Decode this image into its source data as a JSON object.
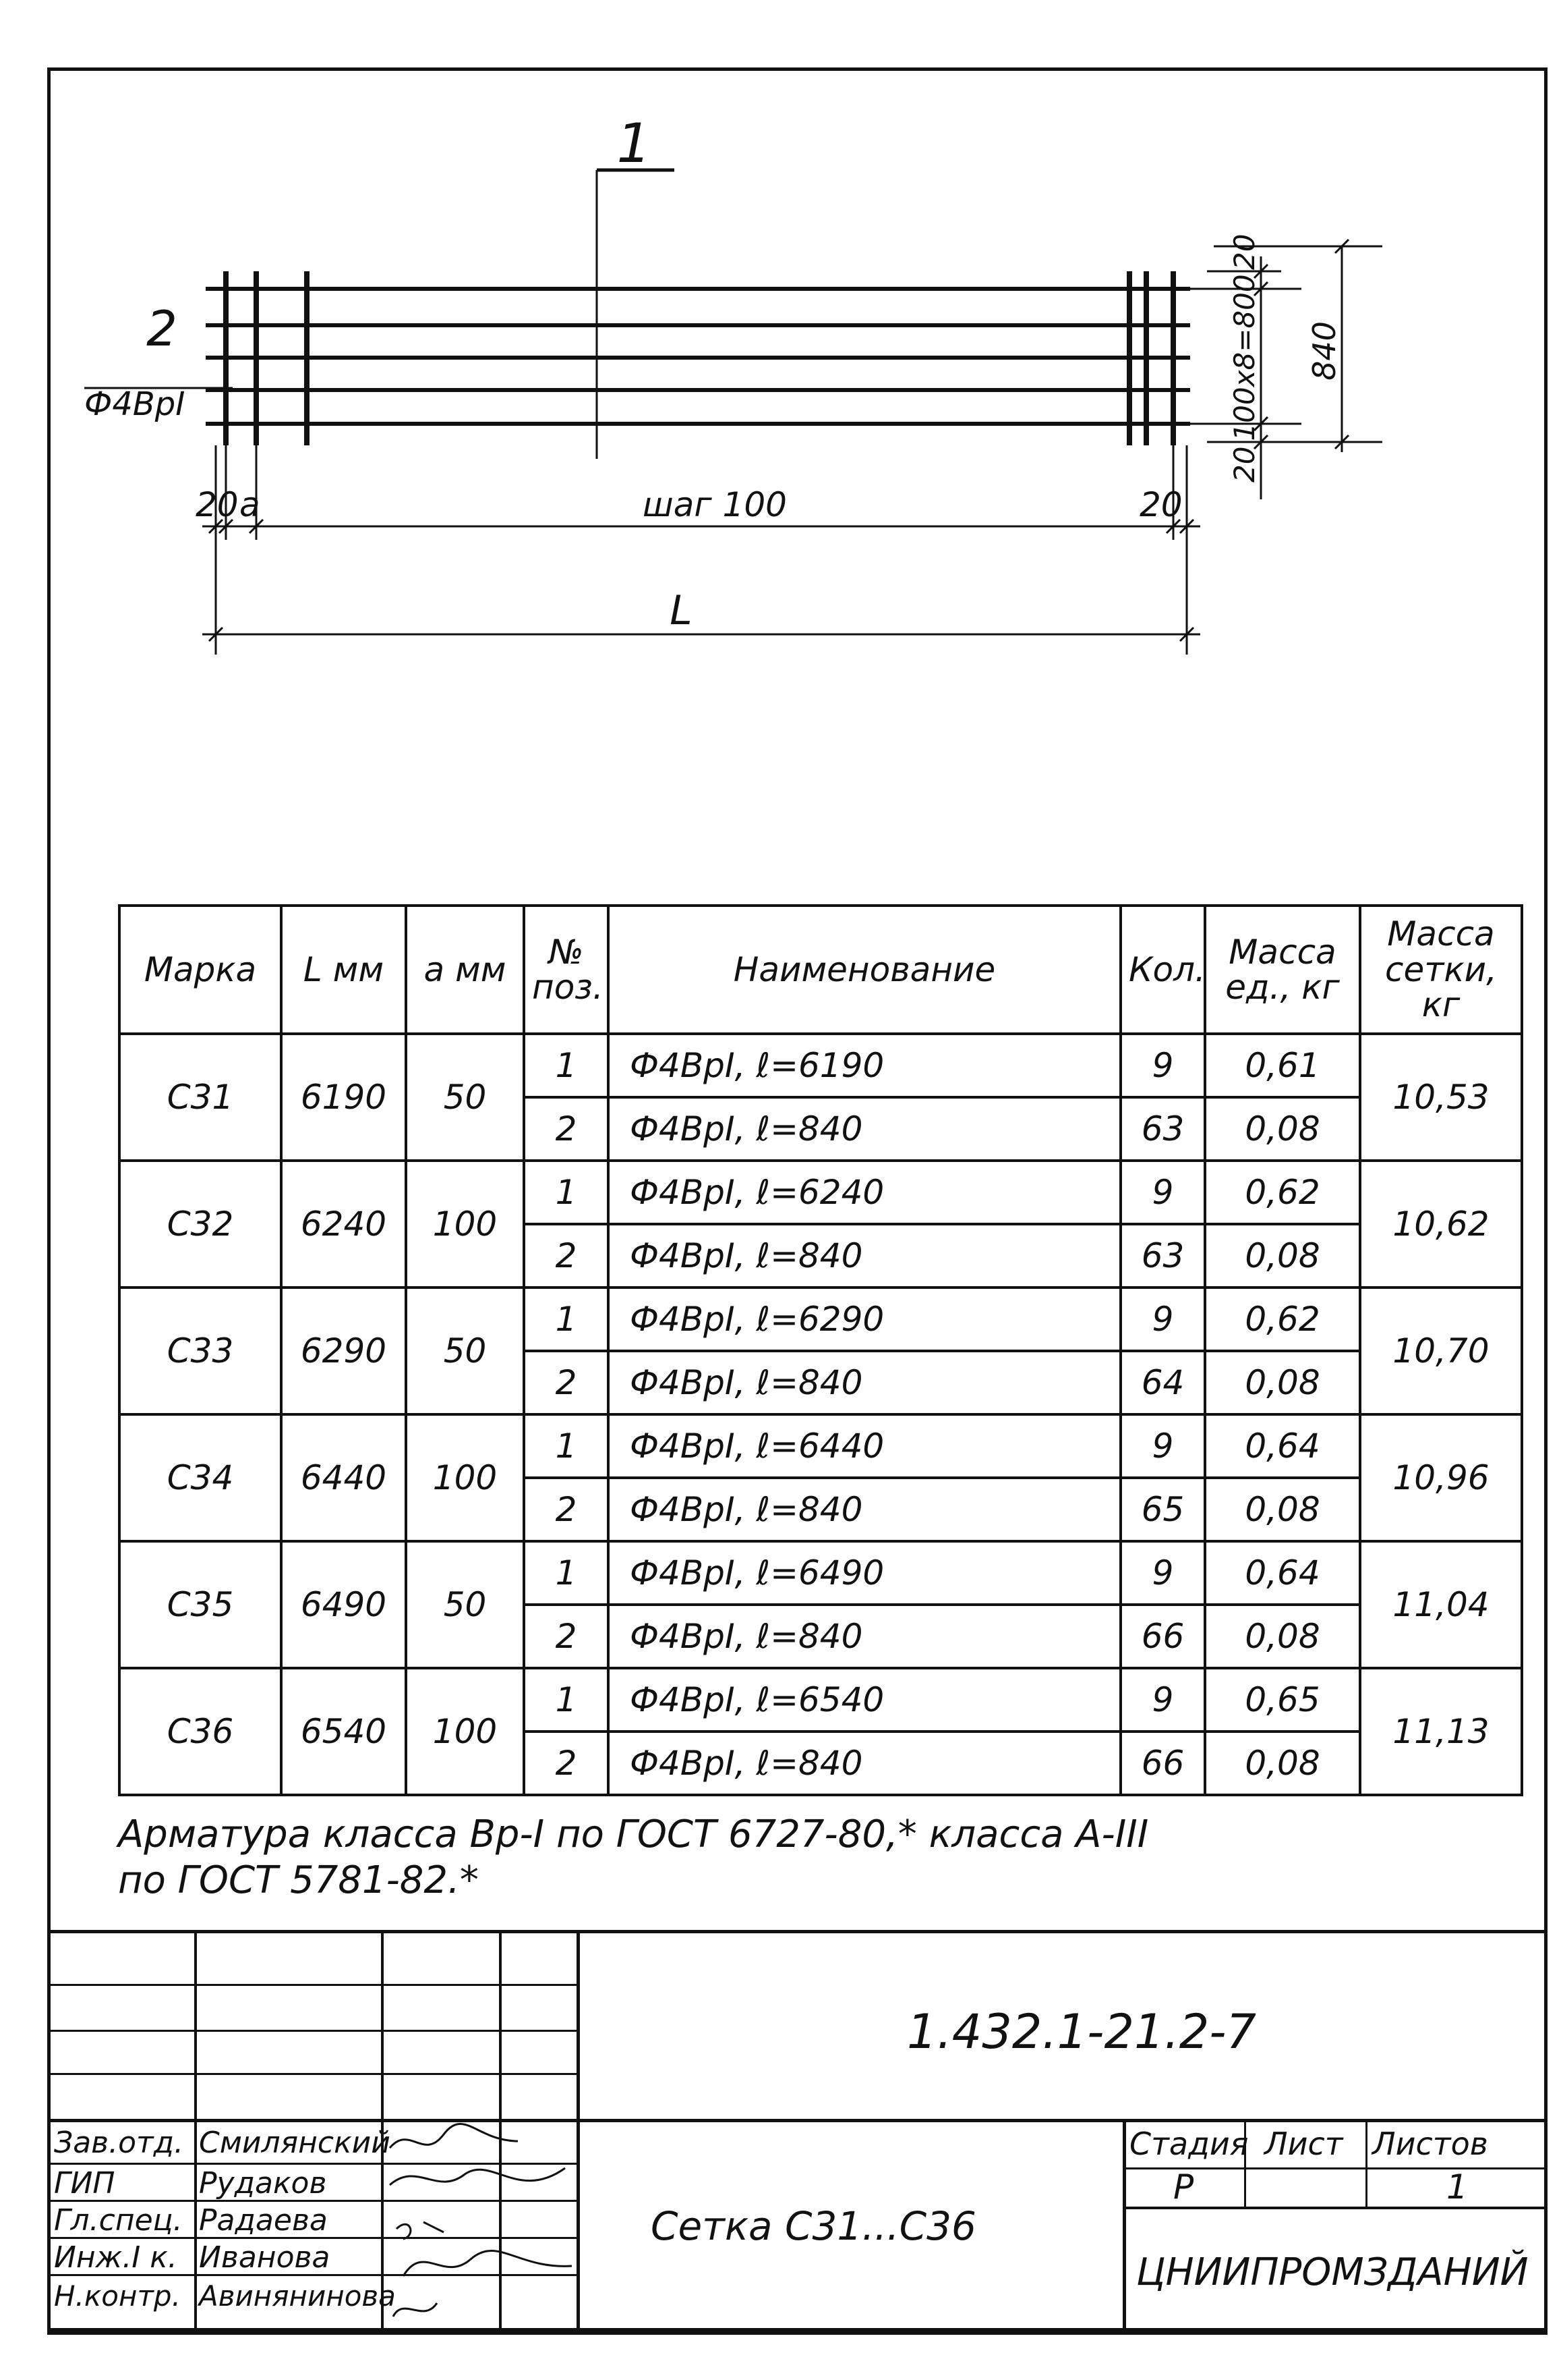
{
  "drawing": {
    "section_mark": "1",
    "position_label": "2",
    "rebar_label": "Ф4ВрI",
    "dim_left_edge": "20",
    "dim_a": "a",
    "dim_step": "шаг 100",
    "dim_right_edge": "20",
    "dim_total": "L",
    "dim_top_edge": "20",
    "dim_middle": "100х8=800",
    "dim_bottom_edge": "20",
    "dim_height": "840"
  },
  "table": {
    "headers": {
      "mark": "Марка",
      "length": "L мм",
      "a": "a мм",
      "pos": "№ поз.",
      "name": "Наименование",
      "qty": "Кол.",
      "unit_mass": "Масса ед., кг",
      "mesh_mass": "Масса сетки, кг"
    },
    "rows": [
      {
        "mark": "С31",
        "L": "6190",
        "a": "50",
        "mass": "10,53",
        "items": [
          {
            "pos": "1",
            "name": "Ф4ВрI, ℓ=6190",
            "qty": "9",
            "unit": "0,61"
          },
          {
            "pos": "2",
            "name": "Ф4ВрI, ℓ=840",
            "qty": "63",
            "unit": "0,08"
          }
        ]
      },
      {
        "mark": "С32",
        "L": "6240",
        "a": "100",
        "mass": "10,62",
        "items": [
          {
            "pos": "1",
            "name": "Ф4ВрI, ℓ=6240",
            "qty": "9",
            "unit": "0,62"
          },
          {
            "pos": "2",
            "name": "Ф4ВрI, ℓ=840",
            "qty": "63",
            "unit": "0,08"
          }
        ]
      },
      {
        "mark": "С33",
        "L": "6290",
        "a": "50",
        "mass": "10,70",
        "items": [
          {
            "pos": "1",
            "name": "Ф4ВрI, ℓ=6290",
            "qty": "9",
            "unit": "0,62"
          },
          {
            "pos": "2",
            "name": "Ф4ВрI, ℓ=840",
            "qty": "64",
            "unit": "0,08"
          }
        ]
      },
      {
        "mark": "С34",
        "L": "6440",
        "a": "100",
        "mass": "10,96",
        "items": [
          {
            "pos": "1",
            "name": "Ф4ВрI, ℓ=6440",
            "qty": "9",
            "unit": "0,64"
          },
          {
            "pos": "2",
            "name": "Ф4ВрI, ℓ=840",
            "qty": "65",
            "unit": "0,08"
          }
        ]
      },
      {
        "mark": "С35",
        "L": "6490",
        "a": "50",
        "mass": "11,04",
        "items": [
          {
            "pos": "1",
            "name": "Ф4ВрI, ℓ=6490",
            "qty": "9",
            "unit": "0,64"
          },
          {
            "pos": "2",
            "name": "Ф4ВрI, ℓ=840",
            "qty": "66",
            "unit": "0,08"
          }
        ]
      },
      {
        "mark": "С36",
        "L": "6540",
        "a": "100",
        "mass": "11,13",
        "items": [
          {
            "pos": "1",
            "name": "Ф4ВрI, ℓ=6540",
            "qty": "9",
            "unit": "0,65"
          },
          {
            "pos": "2",
            "name": "Ф4ВрI, ℓ=840",
            "qty": "66",
            "unit": "0,08"
          }
        ]
      }
    ]
  },
  "note": {
    "line1": "Арматура класса Вр-I по ГОСТ 6727-80,* класса А-III",
    "line2": "по ГОСТ 5781-82.*"
  },
  "title_block": {
    "doc_code": "1.432.1-21.2-7",
    "title": "Сетка С31...С36",
    "stage_label": "Стадия",
    "sheet_label": "Лист",
    "sheets_label": "Листов",
    "stage_value": "Р",
    "sheet_value": "",
    "sheets_value": "1",
    "org": "ЦНИИПРОМЗДАНИЙ",
    "staff": [
      {
        "role": "Зав.отд.",
        "name": "Смилянский"
      },
      {
        "role": "ГИП",
        "name": "Рудаков"
      },
      {
        "role": "Гл.спец.",
        "name": "Радаева"
      },
      {
        "role": "Инж.I к.",
        "name": "Иванова"
      },
      {
        "role": "Н.контр.",
        "name": "Авинянинова"
      }
    ]
  }
}
